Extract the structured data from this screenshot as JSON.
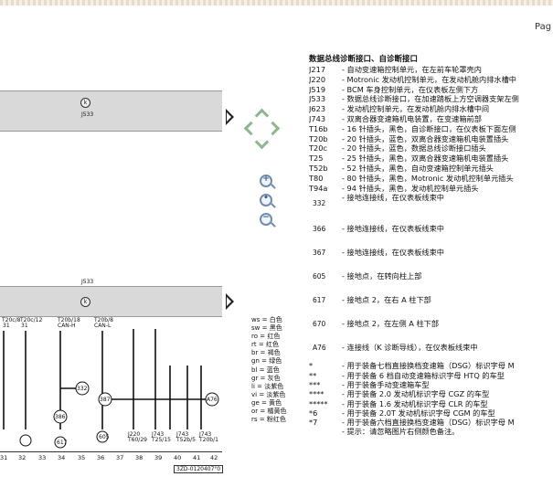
{
  "page": {
    "label": "Pag"
  },
  "diagram": {
    "band1": {
      "circle": "k",
      "label": "J533"
    },
    "band2": {
      "top_label": "J533",
      "circle": "k"
    },
    "connectors": [
      {
        "label": "T20c/8",
        "sub": "31"
      },
      {
        "label": "T20c/12",
        "sub": "31"
      },
      {
        "label": "T20b/18",
        "sub": "CAN-H"
      },
      {
        "label": "T20b/8",
        "sub": "CAN-L"
      }
    ],
    "ground_points": [
      "332",
      "387",
      "386",
      "A76",
      "617",
      "605"
    ],
    "bottom_labels": [
      "J220",
      "J743",
      "J743",
      "J743"
    ],
    "bottom_sub": [
      "T60/29",
      "T25/15",
      "T52b/5",
      "T20b/1"
    ],
    "scale": [
      "31",
      "32",
      "33",
      "34",
      "35",
      "36",
      "37",
      "38",
      "39",
      "40",
      "41",
      "42"
    ],
    "footer_code": "3ZD-0120407°0"
  },
  "legend": [
    {
      "code": "ws",
      "label": "白色"
    },
    {
      "code": "sw",
      "label": "黑色"
    },
    {
      "code": "ro",
      "label": "红色"
    },
    {
      "code": "rt",
      "label": "红色"
    },
    {
      "code": "br",
      "label": "褐色"
    },
    {
      "code": "gn",
      "label": "绿色"
    },
    {
      "code": "bl",
      "label": "蓝色"
    },
    {
      "code": "gr",
      "label": "灰色"
    },
    {
      "code": "li",
      "label": "淡紫色"
    },
    {
      "code": "vi",
      "label": "淡紫色"
    },
    {
      "code": "ge",
      "label": "黄色"
    },
    {
      "code": "or",
      "label": "橘黄色"
    },
    {
      "code": "rs",
      "label": "粉红色"
    }
  ],
  "notes": {
    "title": "数据总线诊断接口、自诊断接口",
    "components": [
      {
        "code": "J217",
        "desc": "- 自动变速箱控制单元，在左前车轮罩壳内"
      },
      {
        "code": "J220",
        "desc": "- Motronic 发动机控制单元，在发动机舱内排水槽中"
      },
      {
        "code": "J519",
        "desc": "- BCM 车身控制单元，在仪表板左侧下方"
      },
      {
        "code": "J533",
        "desc": "- 数据总线诊断接口，在加速踏板上方空调器支架左侧"
      },
      {
        "code": "J623",
        "desc": "- 发动机控制单元，在发动机舱内排水槽中间"
      },
      {
        "code": "J743",
        "desc": "- 双离合器变速箱机电装置，在变速箱前部"
      },
      {
        "code": "T16b",
        "desc": "- 16 针插头，黑色，自诊断接口，在仪表板下面左侧"
      },
      {
        "code": "T20b",
        "desc": "- 20 针插头，蓝色，双离合器变速箱机电装置插头"
      },
      {
        "code": "T20c",
        "desc": "- 20 针插头，蓝色，数据总线诊断接口插头"
      },
      {
        "code": "T25",
        "desc": "- 25 针插头，黑色，双离合器变速箱机电装置插头"
      },
      {
        "code": "T52b",
        "desc": "- 52 针插头，黑色，自动变速箱控制单元插头"
      },
      {
        "code": "T80",
        "desc": "- 80 针插头，黑色，Motronic 发动机控制单元插头"
      },
      {
        "code": "T94a",
        "desc": "- 94 针插头，黑色，发动机控制单元插头"
      }
    ],
    "grounds": [
      {
        "code": "332",
        "desc": "- 接地连接线，在仪表板线束中"
      },
      {
        "code": "366",
        "desc": "- 接地连接线，在仪表板线束中"
      },
      {
        "code": "367",
        "desc": "- 接地连接线，在仪表板线束中"
      },
      {
        "code": "605",
        "desc": "- 接地点，在转向柱上部"
      },
      {
        "code": "617",
        "desc": "- 接地点 2，在右 A 柱下部"
      },
      {
        "code": "670",
        "desc": "- 接地点 2，在左侧 A 柱下部"
      },
      {
        "code": "A76",
        "desc": "- 连接线（K 诊断导线），在仪表板线束中"
      }
    ],
    "footnotes": [
      {
        "code": "*",
        "desc": "- 用于装备七档直接换档变速箱（DSG）标识字母 M"
      },
      {
        "code": "**",
        "desc": "- 用于装备 6 档自动变速箱标识字母 HTQ 的车型"
      },
      {
        "code": "***",
        "desc": "- 用于装备手动变速箱车型"
      },
      {
        "code": "****",
        "desc": "- 用于装备 2.0 发动机标识字母 CGZ 的车型"
      },
      {
        "code": "*****",
        "desc": "- 用于装备 1.6 发动机标识字母 CLR 的车型"
      },
      {
        "code": "*6",
        "desc": "- 用于装备 2.0T 发动机标识字母 CGM 的车型"
      },
      {
        "code": "*7",
        "desc": "- 用于装备六档直接换档变速箱（DSG）标识字母 M"
      },
      {
        "code": "",
        "desc": "- 提示：请忽略图片右侧颜色备注。"
      }
    ]
  }
}
